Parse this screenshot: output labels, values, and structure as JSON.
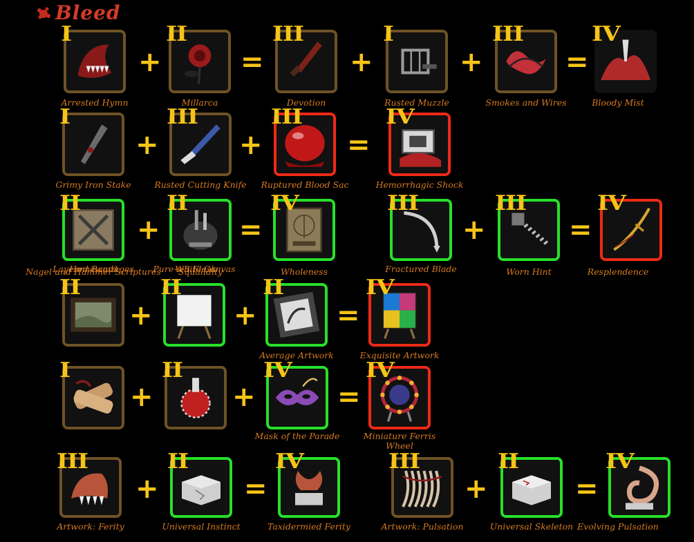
{
  "header": {
    "title": "Bleed",
    "icon": "blood-splat-icon"
  },
  "colors": {
    "tier": "#f6c417",
    "name": "#d67a23",
    "title": "#d33b29",
    "border_common": "#6e5326",
    "border_uncommon": "#27e02a",
    "border_rare": "#ee2a17"
  },
  "rows": [
    {
      "items": [
        {
          "name": "Arrested Hymn",
          "tier": "I",
          "rarity": "brown",
          "icon": "fanged-maw-icon",
          "color": "#8a1a1a"
        },
        {
          "name": "Millarca",
          "tier": "II",
          "rarity": "brown",
          "icon": "dark-rose-icon",
          "color": "#9b1b1b"
        },
        {
          "name": "Devotion",
          "tier": "III",
          "rarity": "brown",
          "icon": "bloody-dagger-icon",
          "color": "#7c2218"
        },
        {
          "name": "Rusted Muzzle",
          "tier": "I",
          "rarity": "brown",
          "icon": "muzzle-cage-icon",
          "color": "#9a9a9a"
        },
        {
          "name": "Smokes and Wires",
          "tier": "III",
          "rarity": "brown",
          "icon": "wire-swirl-icon",
          "color": "#c2303a"
        },
        {
          "name": "Bloody Mist",
          "tier": "IV",
          "rarity": "none",
          "icon": "blood-mist-icon",
          "color": "#b02a2a"
        }
      ],
      "ops": [
        "+",
        "=",
        "+",
        "+",
        "="
      ]
    },
    {
      "items": [
        {
          "name": "Grimy Iron Stake",
          "tier": "I",
          "rarity": "brown",
          "icon": "iron-stake-icon",
          "color": "#6b6b6b"
        },
        {
          "name": "Rusted Cutting Knife",
          "tier": "III",
          "rarity": "brown",
          "icon": "cutting-knife-icon",
          "color": "#3a5aa8"
        },
        {
          "name": "Ruptured Blood Sac",
          "tier": "III",
          "rarity": "red",
          "icon": "blood-sac-icon",
          "color": "#c01818"
        },
        {
          "name": "Hemorrhagic Shock",
          "tier": "IV",
          "rarity": "red",
          "icon": "shock-machine-icon",
          "color": "#b22222"
        }
      ],
      "ops": [
        "+",
        "+",
        "="
      ]
    },
    {
      "items": [
        {
          "name": "Nagel und Hammer Scriptures",
          "tier": "II",
          "rarity": "green",
          "icon": "nail-hammer-book-icon",
          "color": "#8a7a60"
        },
        {
          "name": "Squalidity",
          "tier": "II",
          "rarity": "green",
          "icon": "tool-pouch-icon",
          "color": "#5a5a5a"
        },
        {
          "name": "Wholeness",
          "tier": "IV",
          "rarity": "green",
          "icon": "anatomy-book-icon",
          "color": "#8c7b58"
        },
        {
          "name": "Fractured Blade",
          "tier": "III",
          "rarity": "green",
          "icon": "curved-blade-icon",
          "color": "#cfcfcf"
        },
        {
          "name": "Worn Hint",
          "tier": "III",
          "rarity": "green",
          "icon": "serrated-hilt-icon",
          "color": "#bdbdbd"
        },
        {
          "name": "Resplendence",
          "tier": "IV",
          "rarity": "red",
          "icon": "golden-katana-icon",
          "color": "#d4a632"
        }
      ],
      "ops": [
        "+",
        "=",
        "+",
        "="
      ]
    },
    {
      "items": [
        {
          "name": "Homeward",
          "tier": "II",
          "rarity": "brown",
          "icon": "landscape-painting-icon",
          "color": "#7f8a6c"
        },
        {
          "name": "Pure-white Canvas",
          "tier": "II",
          "rarity": "green",
          "icon": "white-canvas-icon",
          "color": "#f2f2f2"
        },
        {
          "name": "Average Artwork",
          "tier": "II",
          "rarity": "green",
          "icon": "sketch-frame-icon",
          "color": "#8d8d8d"
        },
        {
          "name": "Exquisite Artwork",
          "tier": "IV",
          "rarity": "red",
          "icon": "stained-glass-easel-icon",
          "color": "#c43a7a"
        }
      ],
      "ops": [
        "+",
        "+",
        "="
      ]
    },
    {
      "items": [
        {
          "name": "Layered Bandages",
          "tier": "I",
          "rarity": "brown",
          "icon": "bandage-icon",
          "color": "#c99b6a"
        },
        {
          "name": "WB Flask",
          "tier": "II",
          "rarity": "brown",
          "icon": "blood-flask-icon",
          "color": "#c02020"
        },
        {
          "name": "Mask of the Parade",
          "tier": "IV",
          "rarity": "green",
          "icon": "masquerade-mask-icon",
          "color": "#8a4bb6"
        },
        {
          "name": "Miniature Ferris Wheel",
          "tier": "IV",
          "rarity": "red",
          "icon": "ferris-wheel-icon",
          "color": "#b3263a"
        }
      ],
      "ops": [
        "+",
        "+",
        "="
      ]
    },
    {
      "items": [
        {
          "name": "Artwork: Ferity",
          "tier": "III",
          "rarity": "brown",
          "icon": "beast-claw-icon",
          "color": "#b8543a"
        },
        {
          "name": "Universal Instinct",
          "tier": "II",
          "rarity": "green",
          "icon": "stone-block-icon",
          "color": "#cfcfcf"
        },
        {
          "name": "Taxidermied Ferity",
          "tier": "IV",
          "rarity": "green",
          "icon": "horned-trophy-icon",
          "color": "#b8543a"
        },
        {
          "name": "Artwork: Pulsation",
          "tier": "III",
          "rarity": "brown",
          "icon": "rib-spine-icon",
          "color": "#d6c2a8"
        },
        {
          "name": "Universal Skeleton",
          "tier": "II",
          "rarity": "green",
          "icon": "cracked-block-icon",
          "color": "#d0d0d0"
        },
        {
          "name": "Evolving Pulsation",
          "tier": "IV",
          "rarity": "green",
          "icon": "coiled-spine-icon",
          "color": "#d9a58a"
        }
      ],
      "ops": [
        "+",
        "=",
        "+",
        "="
      ]
    }
  ]
}
